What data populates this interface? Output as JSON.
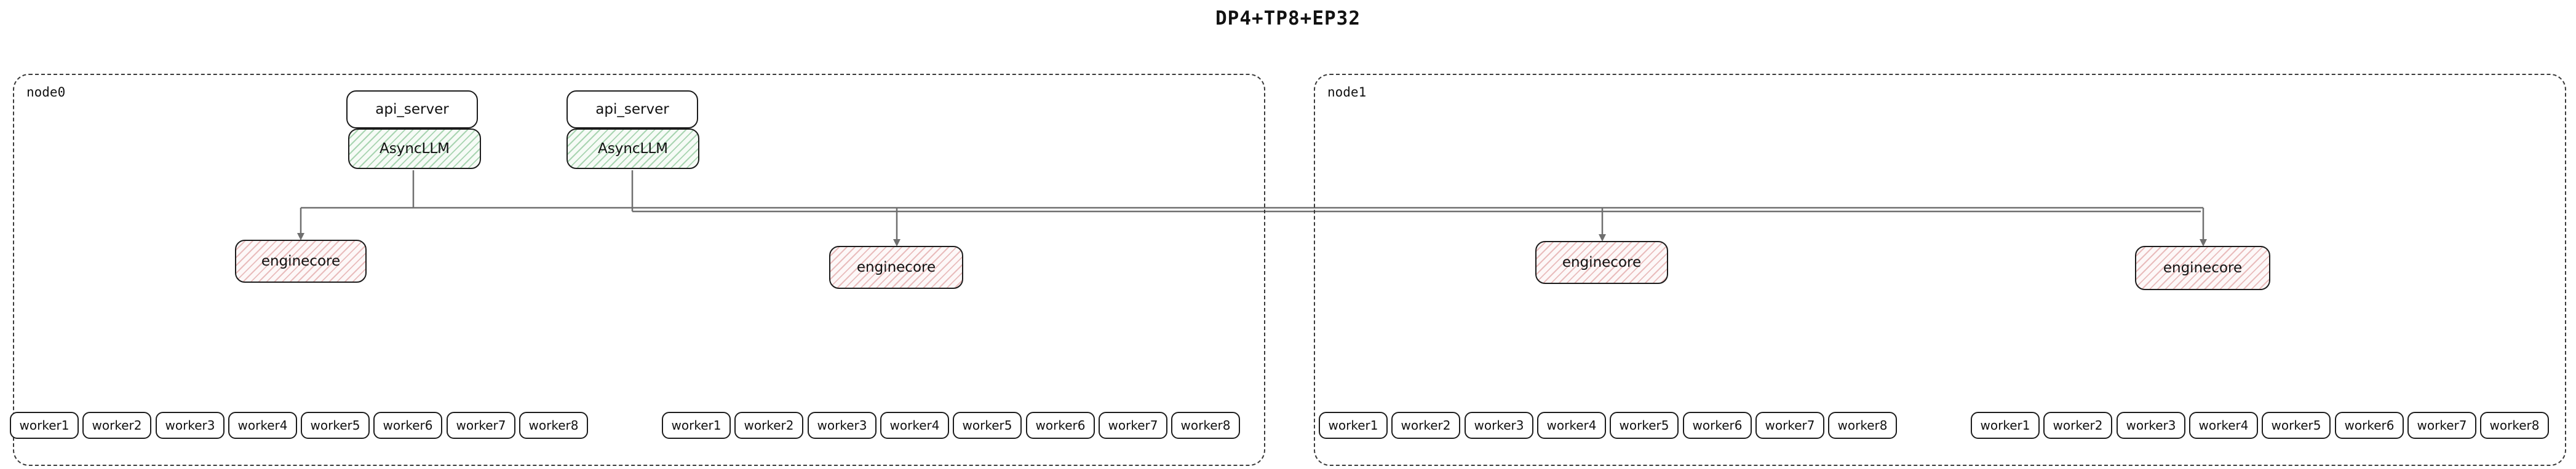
{
  "title": "DP4+TP8+EP32",
  "colors": {
    "edge": "#6f6f6f",
    "box_border": "#1c1c1c",
    "node_border": "#3a3a3a",
    "asyncllm_hatch_green": "#69b578",
    "enginecore_hatch_red": "#d98a8a"
  },
  "node0": {
    "label": "node0",
    "api_servers": [
      {
        "server": "api_server",
        "llm": "AsyncLLM"
      },
      {
        "server": "api_server",
        "llm": "AsyncLLM"
      }
    ],
    "enginecores": [
      {
        "label": "enginecore"
      },
      {
        "label": "enginecore"
      }
    ],
    "worker_groups": [
      [
        "worker1",
        "worker2",
        "worker3",
        "worker4",
        "worker5",
        "worker6",
        "worker7",
        "worker8"
      ],
      [
        "worker1",
        "worker2",
        "worker3",
        "worker4",
        "worker5",
        "worker6",
        "worker7",
        "worker8"
      ]
    ]
  },
  "node1": {
    "label": "node1",
    "enginecores": [
      {
        "label": "enginecore"
      },
      {
        "label": "enginecore"
      }
    ],
    "worker_groups": [
      [
        "worker1",
        "worker2",
        "worker3",
        "worker4",
        "worker5",
        "worker6",
        "worker7",
        "worker8"
      ],
      [
        "worker1",
        "worker2",
        "worker3",
        "worker4",
        "worker5",
        "worker6",
        "worker7",
        "worker8"
      ]
    ]
  }
}
